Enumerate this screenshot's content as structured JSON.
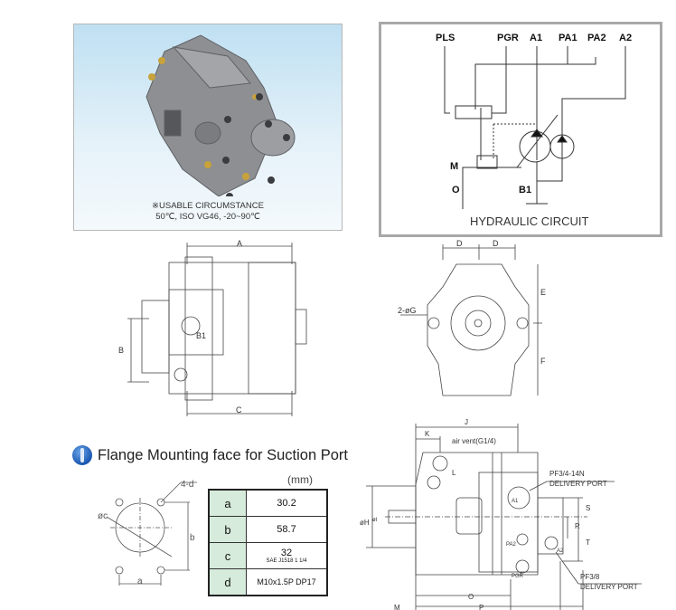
{
  "photo": {
    "caption_line1": "※USABLE CIRCUMSTANCE",
    "caption_line2": "50℃, ISO VG46, -20~90℃"
  },
  "circuit": {
    "ports_top": [
      "PLS",
      "PGR",
      "A1",
      "PA1",
      "PA2",
      "A2"
    ],
    "port_m": "M",
    "port_o": "O",
    "port_b1": "B1",
    "title": "HYDRAULIC CIRCUIT"
  },
  "side_view": {
    "dim_a": "A",
    "dim_b": "B",
    "dim_c": "C",
    "port_b1": "B1"
  },
  "front_view": {
    "dim_d1": "D",
    "dim_d2": "D",
    "dim_e": "E",
    "dim_f": "F",
    "holes": "2-øG"
  },
  "flange": {
    "title": "Flange Mounting face for Suction Port",
    "unit": "(mm)",
    "diagram": {
      "holes": "4-d",
      "dia": "øc",
      "dim_a": "a",
      "dim_b": "b"
    },
    "rows": [
      {
        "key": "a",
        "value": "30.2",
        "note": ""
      },
      {
        "key": "b",
        "value": "58.7",
        "note": ""
      },
      {
        "key": "c",
        "value": "32",
        "note": "SAE J1518 1 1/4"
      },
      {
        "key": "d",
        "value": "M10x1.5P DP17",
        "note": ""
      }
    ]
  },
  "top_view": {
    "dim_j": "J",
    "dim_k": "K",
    "air_vent": "air vent(G1/4)",
    "delivery1_line1": "PF3/4-14N",
    "delivery1_line2": "DELIVERY PORT",
    "delivery2_line1": "PF3/8",
    "delivery2_line2": "DELIVERY PORT",
    "dim_h": "øH",
    "dim_i": "øI",
    "dim_l": "L",
    "dim_s": "S",
    "dim_r": "R",
    "dim_t": "T",
    "dim_o": "O",
    "dim_p": "P",
    "dim_m": "M",
    "port_a1": "A1",
    "port_pa2": "PA2",
    "port_a2": "A2",
    "port_pgr": "PGR"
  }
}
